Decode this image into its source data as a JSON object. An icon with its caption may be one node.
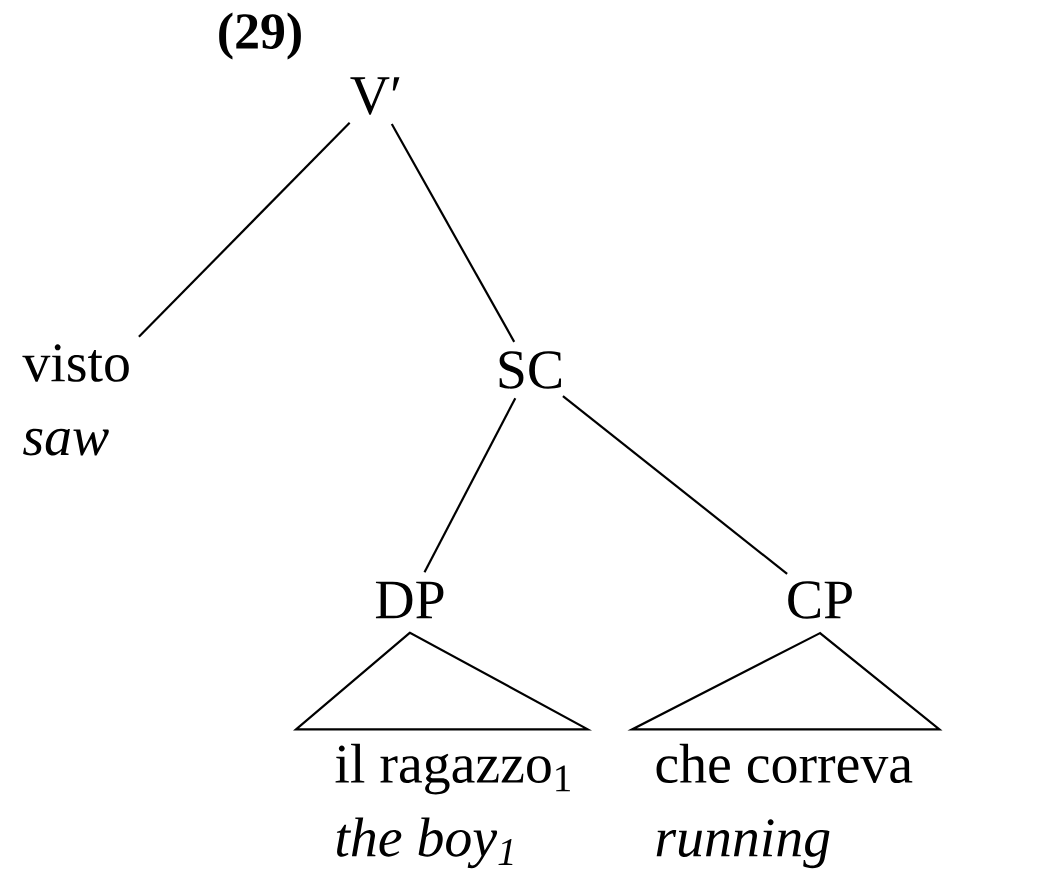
{
  "diagram": {
    "title": "(29)",
    "nodes": [
      {
        "text": [
          "V′"
        ]
      },
      {
        "text": [
          "visto",
          "saw"
        ]
      },
      {
        "text": [
          "SC"
        ]
      },
      {
        "text": [
          "DP"
        ]
      },
      {
        "text": [
          "CP"
        ]
      },
      {
        "text": [
          "il ragazzo$_{1}$",
          "the boy$_{1}$"
        ]
      },
      {
        "text": [
          "che correva",
          "running"
        ]
      }
    ],
    "edges": [
      {
        "from": 0,
        "to": 1,
        "arrow": "none"
      },
      {
        "from": 0,
        "to": 2,
        "arrow": "none"
      },
      {
        "from": 2,
        "to": 3,
        "arrow": "none"
      },
      {
        "from": 2,
        "to": 4,
        "arrow": "none"
      },
      {
        "from": 3,
        "to": 5,
        "arrow": "none"
      },
      {
        "from": 4,
        "to": 6,
        "arrow": "none"
      }
    ]
  }
}
